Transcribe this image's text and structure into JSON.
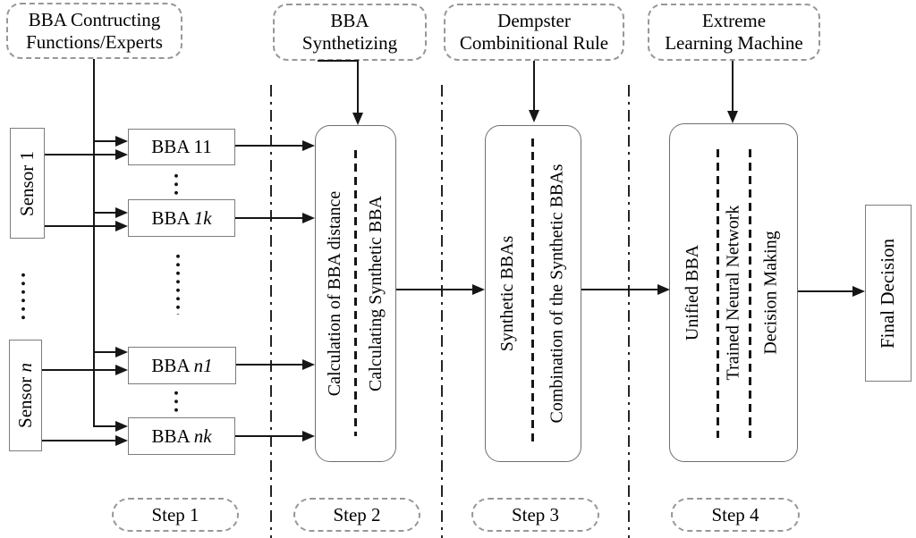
{
  "title_boxes": {
    "constructing": {
      "line1": "BBA Contructing",
      "line2": "Functions/Experts"
    },
    "synthetizing": {
      "line1": "BBA",
      "line2": "Synthetizing"
    },
    "dempster": {
      "line1": "Dempster",
      "line2": "Combinitional Rule"
    },
    "elm": {
      "line1": "Extreme",
      "line2": "Learning Machine"
    }
  },
  "sensors": {
    "first": {
      "label": "Sensor 1"
    },
    "nth": {
      "prefix": "Sensor ",
      "suffix": "n"
    }
  },
  "bba_boxes": {
    "b11": {
      "prefix": "BBA ",
      "suffix": "11"
    },
    "b1k": {
      "prefix": "BBA ",
      "suffix": "1k"
    },
    "bn1": {
      "prefix": "BBA ",
      "suffix": "n1"
    },
    "bnk": {
      "prefix": "BBA ",
      "suffix": "nk"
    }
  },
  "process_boxes": {
    "step2": {
      "left": "Calculation of BBA distance",
      "right": "Calculating Synthetic BBA"
    },
    "step3": {
      "left": "Synthetic BBAs",
      "right": "Combination of the Synthetic BBAs"
    },
    "step4": {
      "col1": "Unified BBA",
      "col2": "Trained Neural Network",
      "col3": "Decision Making"
    }
  },
  "final_decision": {
    "label": "Final Decision"
  },
  "step_labels": {
    "step1": "Step 1",
    "step2": "Step 2",
    "step3": "Step 3",
    "step4": "Step 4"
  },
  "colors": {
    "line": "#161616",
    "solid_border": "#7c7c7c",
    "dashed_border": "#979797",
    "background": "#ffffff",
    "text": "#000000"
  }
}
